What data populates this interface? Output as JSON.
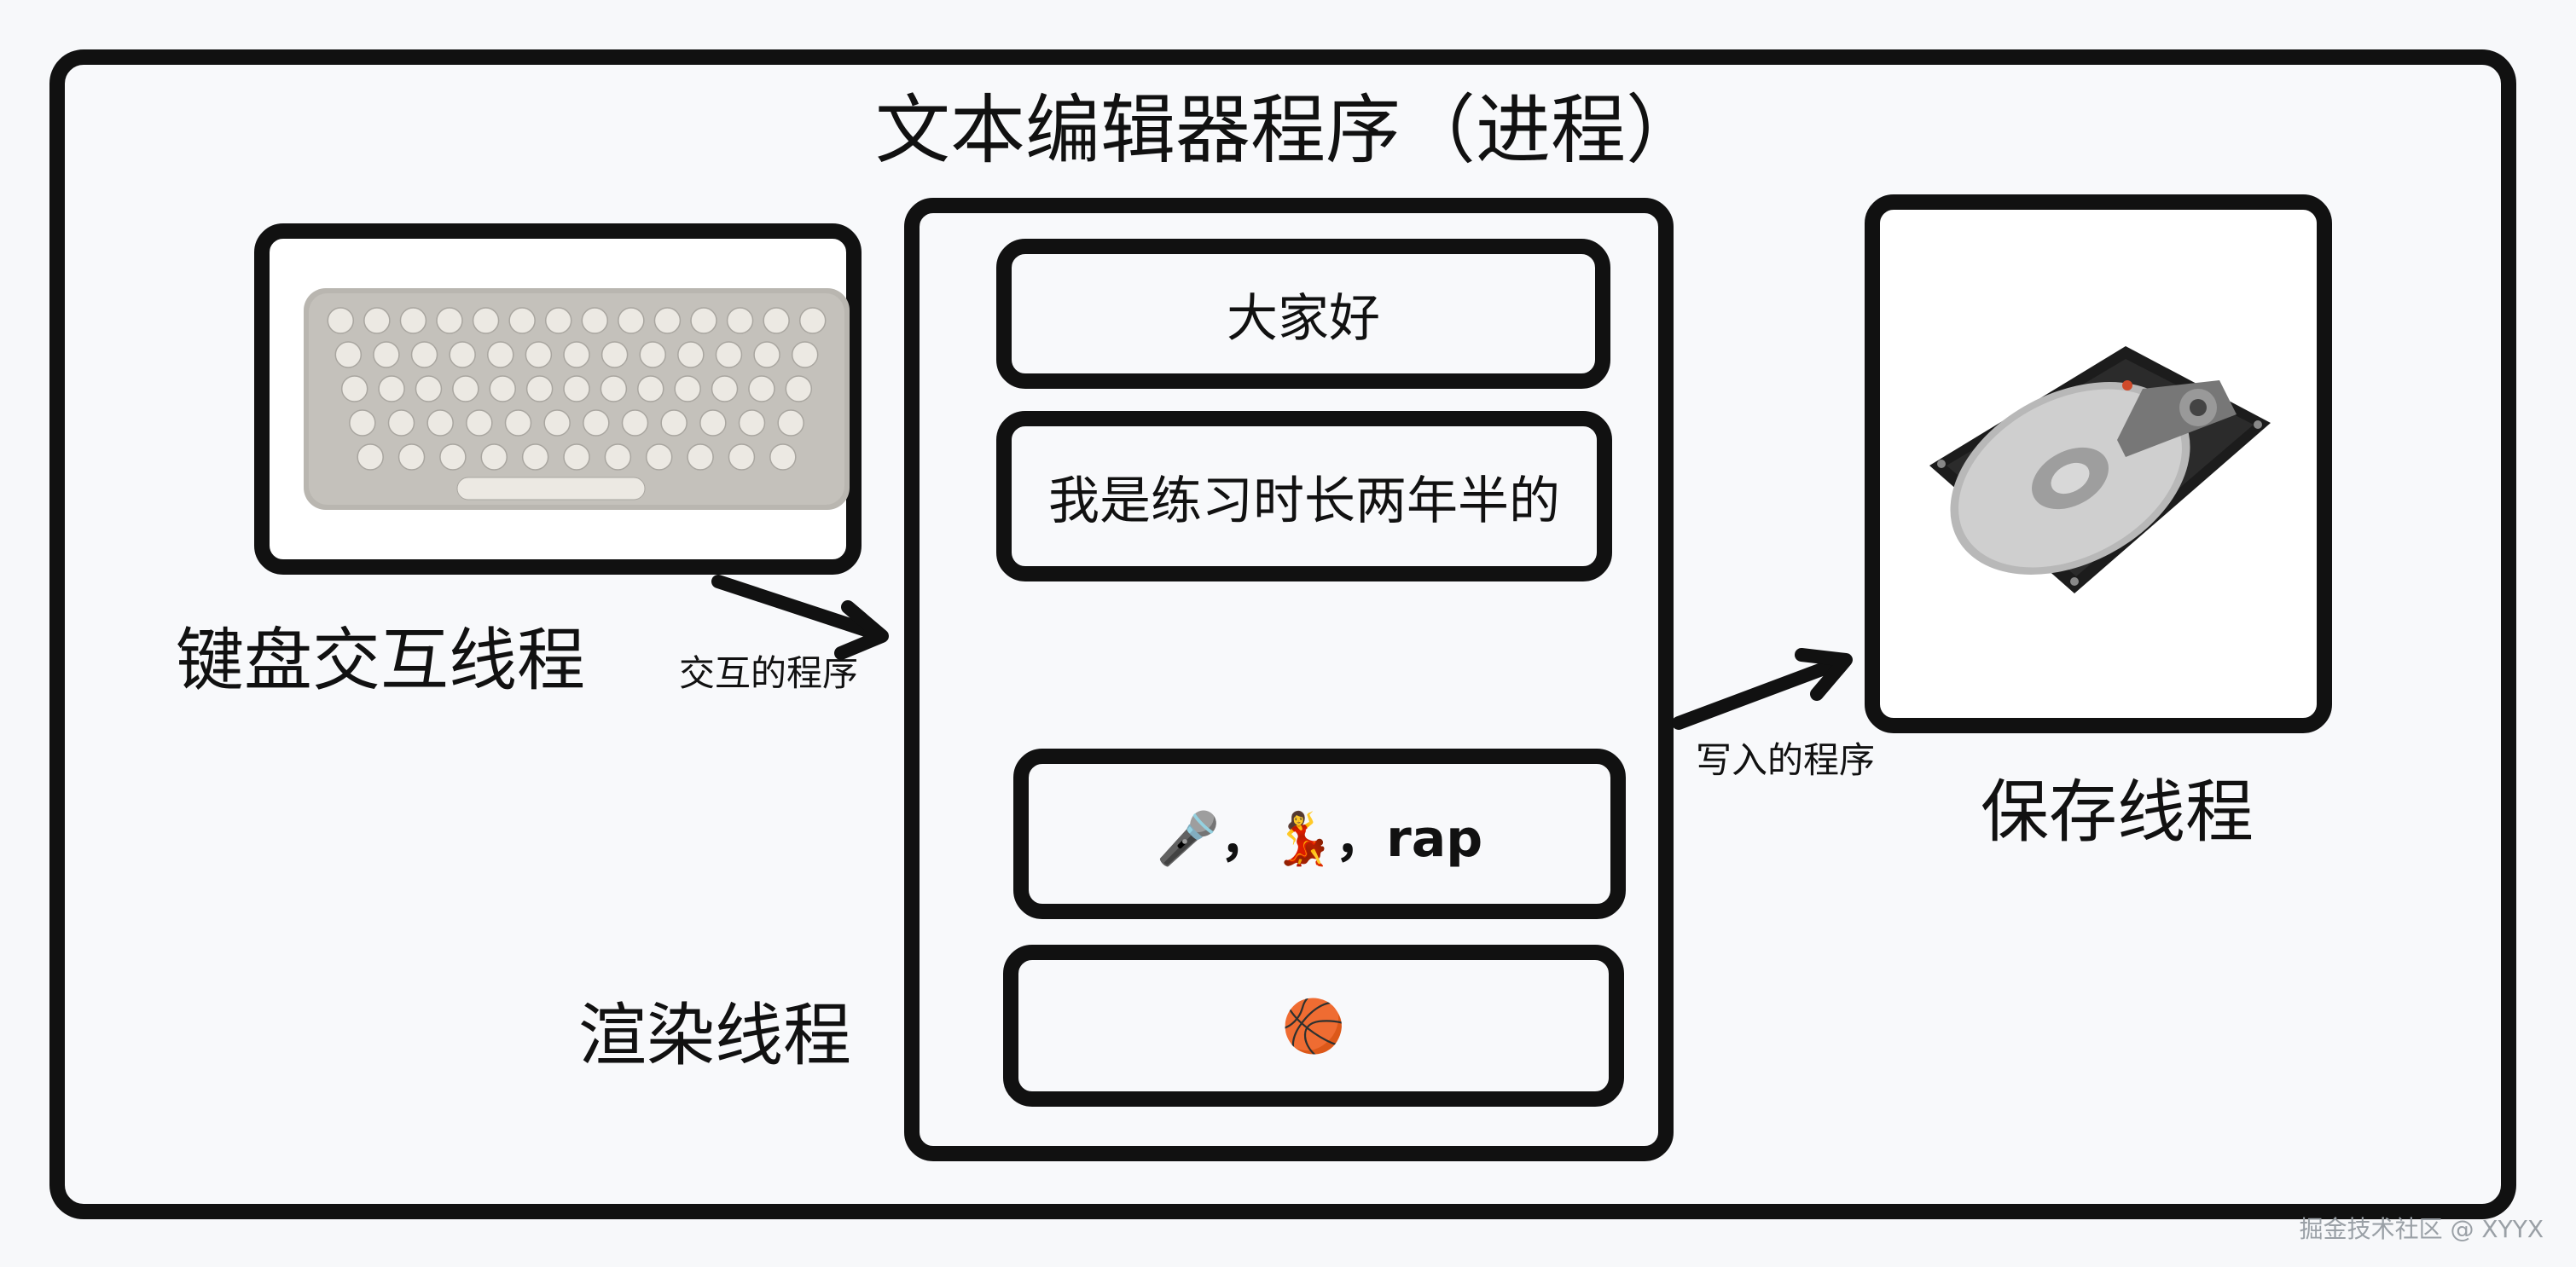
{
  "title": "文本编辑器程序（进程）",
  "keyboard_image": {
    "icon": "keyboard-icon"
  },
  "disk_image": {
    "icon": "hard-disk-icon"
  },
  "cards": [
    {
      "text": "大家好"
    },
    {
      "text": "我是练习时长两年半的"
    },
    {
      "text": "🎤，💃，rap"
    },
    {
      "text": "🏀"
    }
  ],
  "labels": {
    "keyboard_thread": "键盘交互线程",
    "interaction_program": "交互的程序",
    "write_program": "写入的程序",
    "save_thread": "保存线程",
    "render_thread": "渲染线程"
  },
  "watermark": "掘金技术社区 @ XYYX"
}
